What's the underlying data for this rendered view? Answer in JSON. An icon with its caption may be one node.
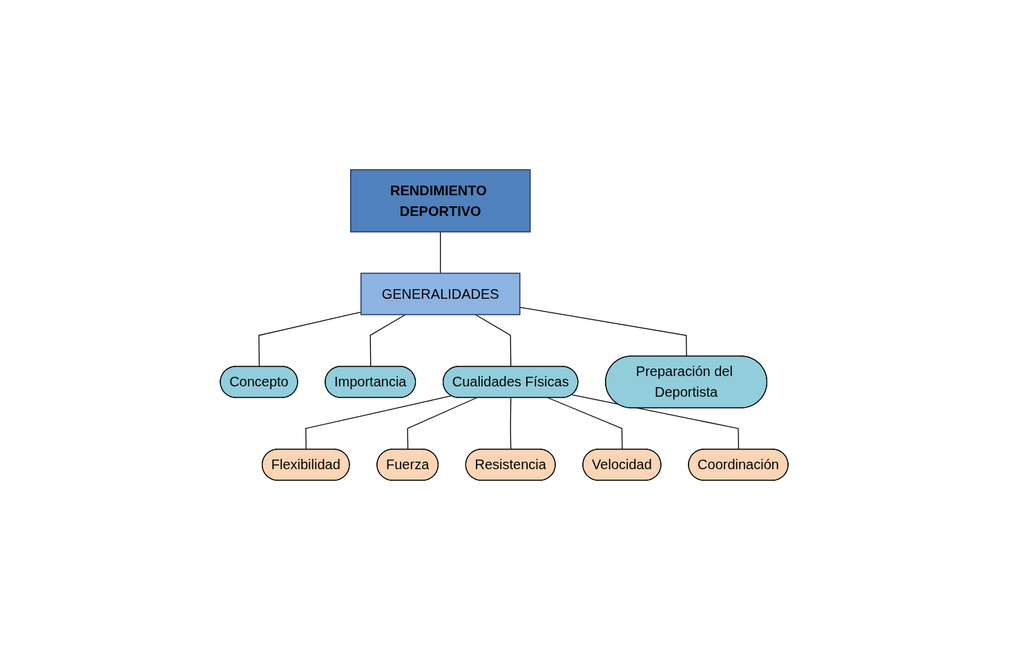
{
  "diagram": {
    "nodes": [
      {
        "text": [
          "RENDIMIENTO DEPORTIVO"
        ]
      },
      {
        "text": [
          "GENERALIDADES"
        ]
      },
      {
        "text": [
          "Concepto"
        ]
      },
      {
        "text": [
          "Importancia"
        ]
      },
      {
        "text": [
          "Cualidades Físicas"
        ]
      },
      {
        "text": [
          "Preparación del Deportista"
        ]
      },
      {
        "text": [
          "Flexibilidad"
        ]
      },
      {
        "text": [
          "Fuerza"
        ]
      },
      {
        "text": [
          "Resistencia"
        ]
      },
      {
        "text": [
          "Velocidad"
        ]
      },
      {
        "text": [
          "Coordinación"
        ]
      }
    ],
    "edges": [
      {
        "from": 0,
        "to": 1,
        "arrow": "none"
      },
      {
        "from": 1,
        "to": 2,
        "arrow": "none"
      },
      {
        "from": 1,
        "to": 3,
        "arrow": "none"
      },
      {
        "from": 1,
        "to": 4,
        "arrow": "none"
      },
      {
        "from": 1,
        "to": 5,
        "arrow": "none"
      },
      {
        "from": 4,
        "to": 6,
        "arrow": "none"
      },
      {
        "from": 4,
        "to": 7,
        "arrow": "none"
      },
      {
        "from": 4,
        "to": 8,
        "arrow": "none"
      },
      {
        "from": 4,
        "to": 9,
        "arrow": "none"
      },
      {
        "from": 4,
        "to": 10,
        "arrow": "none"
      }
    ]
  }
}
